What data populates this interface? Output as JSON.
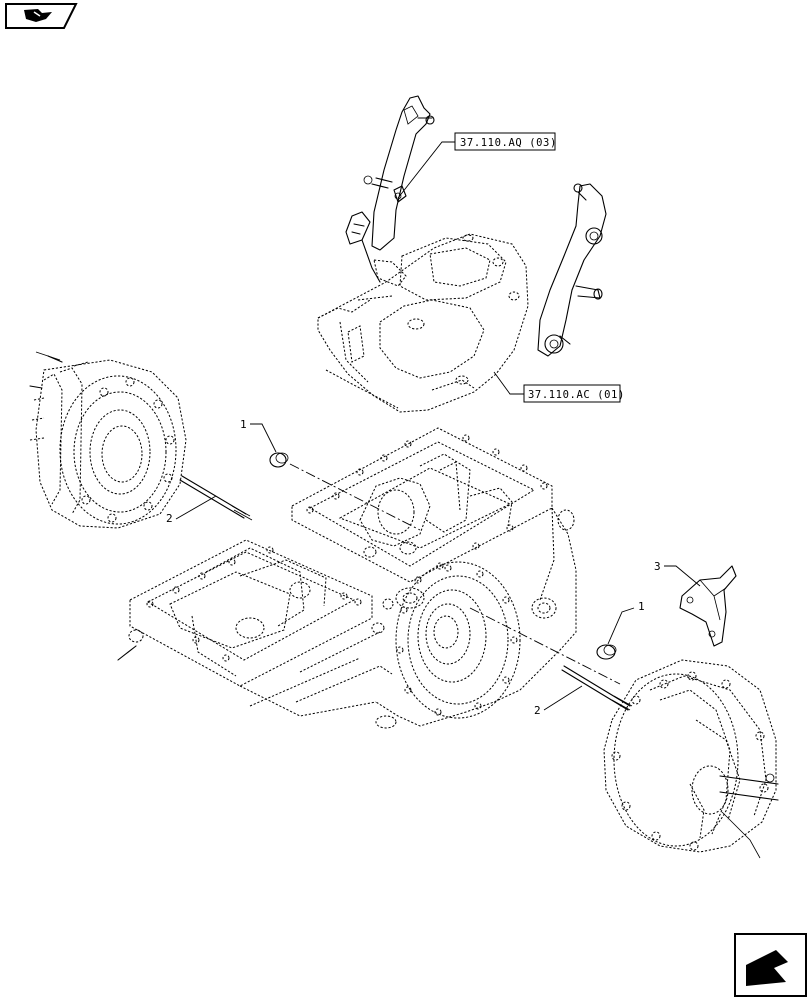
{
  "references": {
    "upper": "37.110.AQ (03)",
    "lower": "37.110.AC (01)"
  },
  "callouts": {
    "item1_left": "1",
    "item2_left": "2",
    "item3": "3",
    "item1_right": "1",
    "item2_right": "2"
  },
  "icons": {
    "top_left": "book-page-icon",
    "bottom_right": "next-page-arrow-icon"
  }
}
